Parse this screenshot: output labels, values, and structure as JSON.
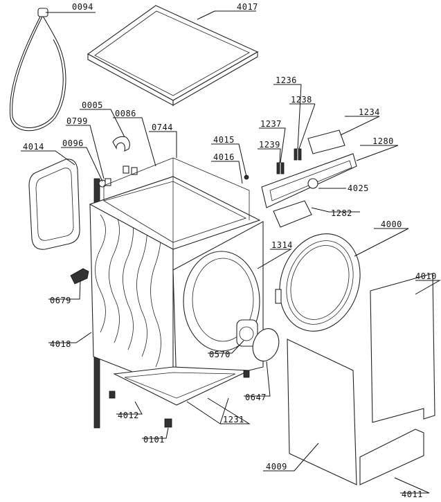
{
  "labels": {
    "l0094": "0094",
    "l4017": "4017",
    "l1236": "1236",
    "l1238": "1238",
    "l0005": "0005",
    "l0086": "0086",
    "l1234": "1234",
    "l1237": "1237",
    "l0799": "0799",
    "l0744": "0744",
    "l4015": "4015",
    "l1239": "1239",
    "l1280": "1280",
    "l4014": "4014",
    "l0096": "0096",
    "l4016": "4016",
    "l4025": "4025",
    "l1282": "1282",
    "l4000": "4000",
    "l1314": "1314",
    "l4010": "4010",
    "l0679": "0679",
    "l4018": "4018",
    "l0570": "0570",
    "l0647": "0647",
    "l4012": "4012",
    "l1231": "1231",
    "l0101": "0101",
    "l4009": "4009",
    "l4011": "4011"
  },
  "colors": {
    "line": "#111111",
    "background": "#ffffff"
  }
}
